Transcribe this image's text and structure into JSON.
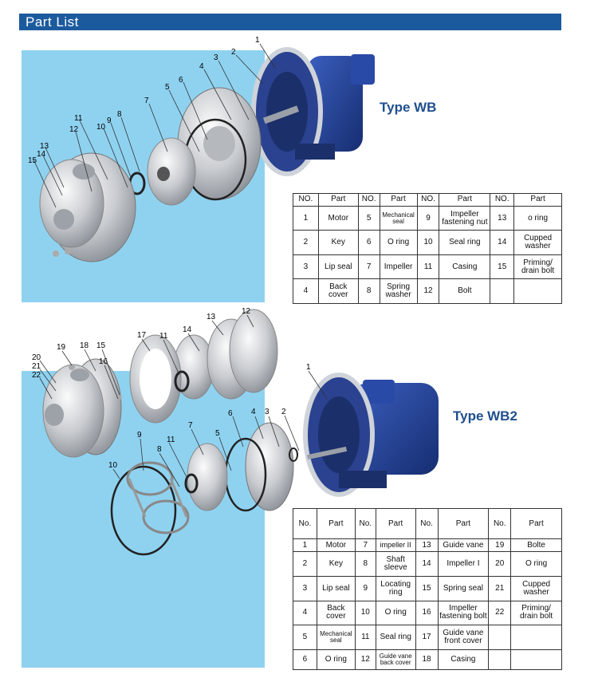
{
  "header": {
    "title": "Part List"
  },
  "wb": {
    "type_label": "Type WB",
    "callouts": [
      "1",
      "2",
      "3",
      "4",
      "5",
      "6",
      "7",
      "8",
      "9",
      "10",
      "11",
      "12",
      "13",
      "14",
      "15"
    ],
    "table": {
      "headers": [
        "NO.",
        "Part",
        "NO.",
        "Part",
        "NO.",
        "Part",
        "NO.",
        "Part"
      ],
      "rows": [
        [
          "1",
          "Motor",
          "5",
          "Mechanical seal",
          "9",
          "Impeller fastening nut",
          "13",
          "o ring"
        ],
        [
          "2",
          "Key",
          "6",
          "O ring",
          "10",
          "Seal ring",
          "14",
          "Cupped washer"
        ],
        [
          "3",
          "Lip seal",
          "7",
          "Impeller",
          "11",
          "Casing",
          "15",
          "Priming/ drain bolt"
        ],
        [
          "4",
          "Back cover",
          "8",
          "Spring washer",
          "12",
          "Bolt",
          "",
          ""
        ]
      ]
    }
  },
  "wb2": {
    "type_label": "Type WB2",
    "callouts": [
      "1",
      "2",
      "3",
      "4",
      "5",
      "6",
      "7",
      "8",
      "9",
      "10",
      "11",
      "11",
      "12",
      "13",
      "14",
      "15",
      "16",
      "17",
      "18",
      "19",
      "20",
      "21",
      "22"
    ],
    "table": {
      "headers": [
        "No.",
        "Part",
        "No.",
        "Part",
        "No.",
        "Part",
        "No.",
        "Part"
      ],
      "rows": [
        [
          "1",
          "Motor",
          "7",
          "impeller II",
          "13",
          "Guide vane",
          "19",
          "Bolte"
        ],
        [
          "2",
          "Key",
          "8",
          "Shaft sleeve",
          "14",
          "Impeller I",
          "20",
          "O ring"
        ],
        [
          "3",
          "Lip seal",
          "9",
          "Locating ring",
          "15",
          "Spring seal",
          "21",
          "Cupped washer"
        ],
        [
          "4",
          "Back cover",
          "10",
          "O ring",
          "16",
          "Impeller fastening bolt",
          "22",
          "Priming/ drain bolt"
        ],
        [
          "5",
          "Mechanical seal",
          "11",
          "Seal ring",
          "17",
          "Guide vane front cover",
          "",
          ""
        ],
        [
          "6",
          "O ring",
          "12",
          "Guide vane back cover",
          "18",
          "Casing",
          "",
          ""
        ]
      ]
    }
  },
  "colors": {
    "header_bg": "#1c5a9e",
    "panel_bg": "#8fd2f0",
    "motor_blue": "#1f3f95",
    "type_label": "#1f4f8e"
  }
}
